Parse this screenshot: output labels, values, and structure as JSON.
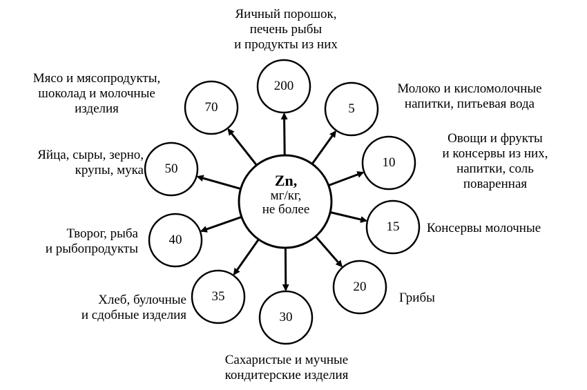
{
  "center": {
    "element": "Zn,",
    "line1": "мг/кг,",
    "line2": "не более"
  },
  "groups": [
    {
      "value": "200",
      "lines": [
        "Яичный порошок,",
        "печень рыбы",
        "и продукты из них"
      ]
    },
    {
      "value": "5",
      "lines": [
        "Молоко и кисломолочные",
        "напитки, питьевая вода"
      ]
    },
    {
      "value": "10",
      "lines": [
        "Овощи и фрукты",
        "и консервы из них,",
        "напитки, соль",
        "поваренная"
      ]
    },
    {
      "value": "15",
      "lines": [
        "Консервы молочные"
      ]
    },
    {
      "value": "20",
      "lines": [
        "Грибы"
      ]
    },
    {
      "value": "30",
      "lines": [
        "Сахаристые и мучные",
        "кондитерские изделия"
      ]
    },
    {
      "value": "35",
      "lines": [
        "Хлеб, булочные",
        "и сдобные изделия"
      ]
    },
    {
      "value": "40",
      "lines": [
        "Творог, рыба",
        "и рыбопродукты"
      ]
    },
    {
      "value": "50",
      "lines": [
        "Яйца, сыры, зерно,",
        "крупы, мука"
      ]
    },
    {
      "value": "70",
      "lines": [
        "Мясо и мясопродукты,",
        "шоколад и молочные",
        "изделия"
      ]
    }
  ]
}
